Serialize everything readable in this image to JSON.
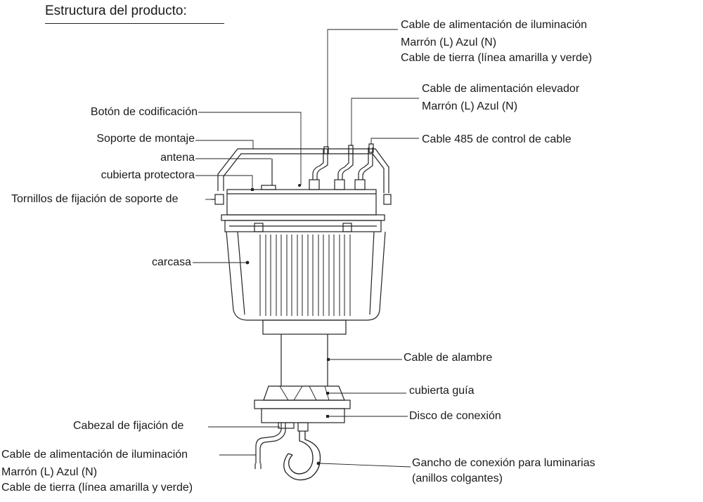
{
  "title": "Estructura del producto:",
  "labels": {
    "lighting_power_top": "Cable de alimentación de iluminación",
    "lighting_power_top_colors": "Marrón (L)   Azul (N)",
    "lighting_power_top_ground": "Cable de tierra (línea amarilla y verde)",
    "lift_power": "Cable de alimentación elevador",
    "lift_power_colors": "Marrón (L)   Azul (N)",
    "cable_485": "Cable 485 de control de cable",
    "coding_button": "Botón de codificación",
    "mounting_bracket": "Soporte de montaje",
    "antenna": "antena",
    "protective_cover": "cubierta protectora",
    "bracket_screws": "Tornillos de fijación de soporte de",
    "housing": "carcasa",
    "wire_cable": "Cable de alambre",
    "guide_cover": "cubierta guía",
    "connection_disc": "Disco de conexión",
    "fixing_head": "Cabezal de fijación de",
    "lighting_power_bottom": "Cable de alimentación de iluminación",
    "lighting_power_bottom_colors": "Marrón (L)   Azul (N)",
    "lighting_power_bottom_ground": "Cable de tierra (línea amarilla y verde)",
    "hook": "Gancho de conexión para luminarias",
    "hook_sub": "(anillos colgantes)"
  }
}
